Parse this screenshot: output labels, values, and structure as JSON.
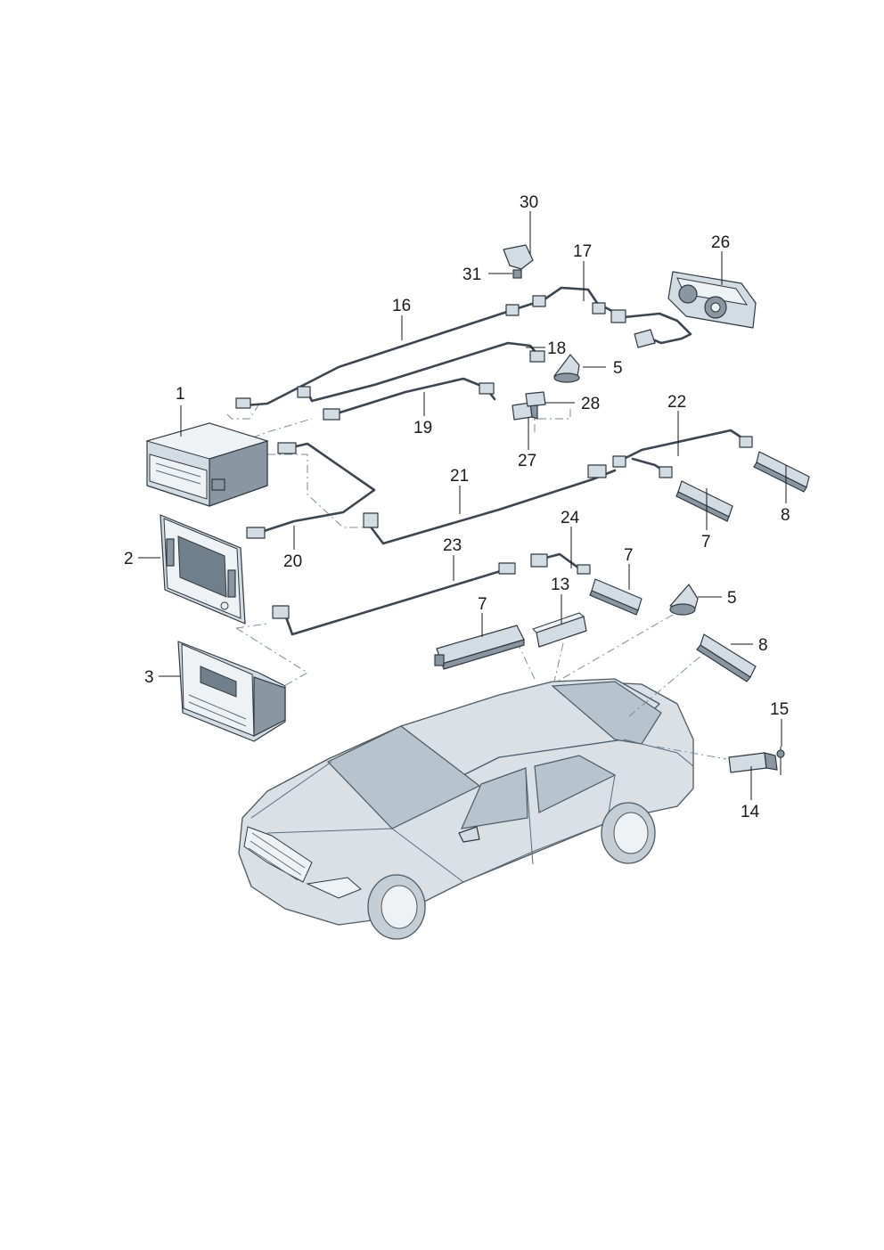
{
  "diagram": {
    "callouts": {
      "c1": "1",
      "c2": "2",
      "c3": "3",
      "c5a": "5",
      "c5b": "5",
      "c7a": "7",
      "c7b": "7",
      "c7c": "7",
      "c8a": "8",
      "c8b": "8",
      "c13": "13",
      "c14": "14",
      "c15": "15",
      "c16": "16",
      "c17": "17",
      "c18": "18",
      "c19": "19",
      "c20": "20",
      "c21": "21",
      "c22": "22",
      "c23": "23",
      "c24": "24",
      "c26": "26",
      "c27": "27",
      "c28": "28",
      "c30": "30",
      "c31": "31"
    }
  }
}
